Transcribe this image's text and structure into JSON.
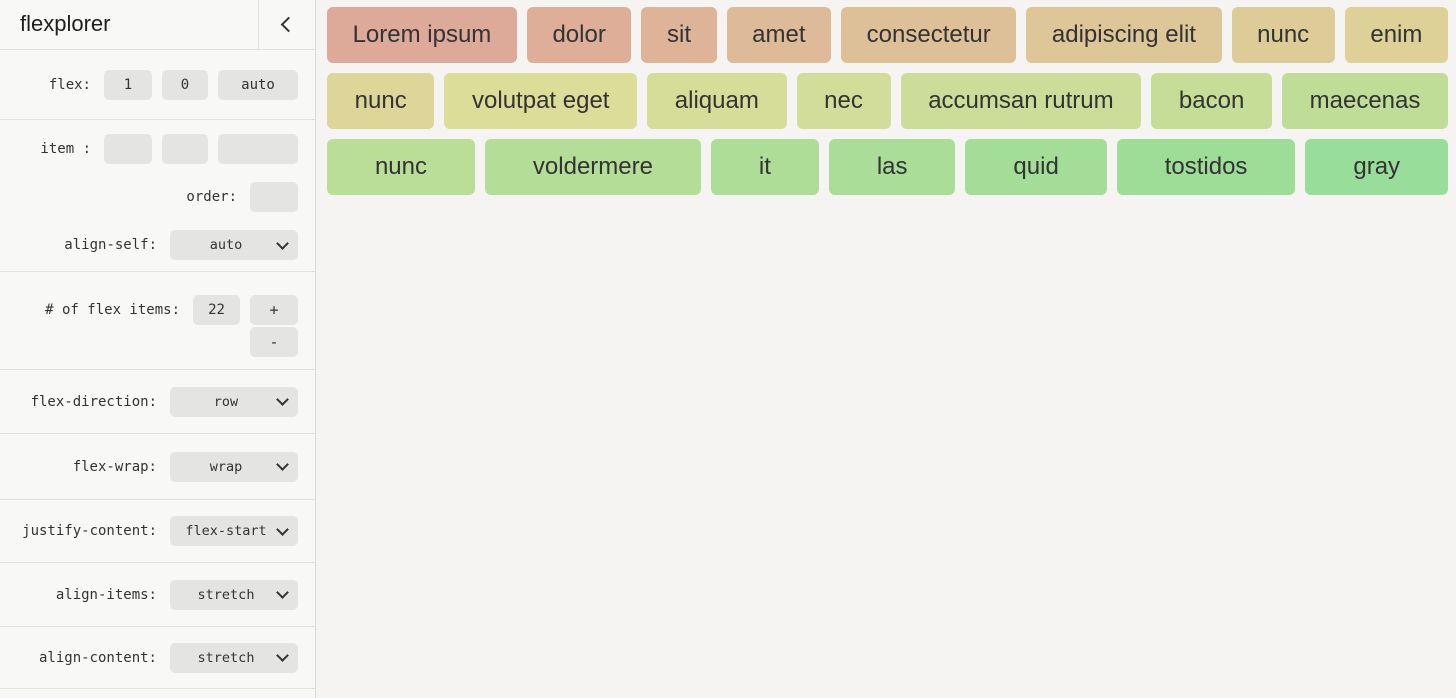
{
  "app": {
    "title": "flexplorer"
  },
  "icons": {
    "collapse": "chevron-left",
    "select_arrow": "chevron-down"
  },
  "colors": {
    "sidebar_bg": "#f8f8f6",
    "stage_bg": "#f5f4f2",
    "control_bg": "#e4e4e2",
    "divider": "#e1e1de",
    "text": "#333333",
    "item_gradient_start": "#dda998",
    "item_gradient_end": "#98dd99"
  },
  "controls": {
    "flex": {
      "label": "flex:",
      "values": [
        "1",
        "0",
        "auto"
      ]
    },
    "item": {
      "label": "item :",
      "values": [
        "",
        "",
        ""
      ]
    },
    "order": {
      "label": "order:",
      "value": ""
    },
    "align_self": {
      "label": "align-self:",
      "value": "auto"
    },
    "count": {
      "label": "# of flex items:",
      "value": "22",
      "increment_label": "+",
      "decrement_label": "-"
    },
    "flex_direction": {
      "label": "flex-direction:",
      "value": "row"
    },
    "flex_wrap": {
      "label": "flex-wrap:",
      "value": "wrap"
    },
    "justify_content": {
      "label": "justify-content:",
      "value": "flex-start"
    },
    "align_items": {
      "label": "align-items:",
      "value": "stretch"
    },
    "align_content": {
      "label": "align-content:",
      "value": "stretch"
    }
  },
  "flex_items": [
    {
      "label": "Lorem ipsum",
      "color": "#dda998"
    },
    {
      "label": "dolor",
      "color": "#deae98"
    },
    {
      "label": "sit",
      "color": "#ddb498"
    },
    {
      "label": "amet",
      "color": "#ddba98"
    },
    {
      "label": "consectetur",
      "color": "#ddc098"
    },
    {
      "label": "adipiscing elit",
      "color": "#ddc698"
    },
    {
      "label": "nunc",
      "color": "#ddcb98"
    },
    {
      "label": "enim",
      "color": "#ddd198"
    },
    {
      "label": "nunc",
      "color": "#ddd698"
    },
    {
      "label": "volutpat eget",
      "color": "#dcdd98"
    },
    {
      "label": "aliquam",
      "color": "#d6dd98"
    },
    {
      "label": "nec",
      "color": "#d1dd98"
    },
    {
      "label": "accumsan rutrum",
      "color": "#cbdd98"
    },
    {
      "label": "bacon",
      "color": "#c5dd97"
    },
    {
      "label": "maecenas",
      "color": "#c0dd98"
    },
    {
      "label": "nunc",
      "color": "#badd98"
    },
    {
      "label": "voldermere",
      "color": "#b4dd98"
    },
    {
      "label": "it",
      "color": "#aedd98"
    },
    {
      "label": "las",
      "color": "#a9dd98"
    },
    {
      "label": "quid",
      "color": "#a3dd98"
    },
    {
      "label": "tostidos",
      "color": "#9ddd98"
    },
    {
      "label": "gray",
      "color": "#98dd99"
    }
  ]
}
